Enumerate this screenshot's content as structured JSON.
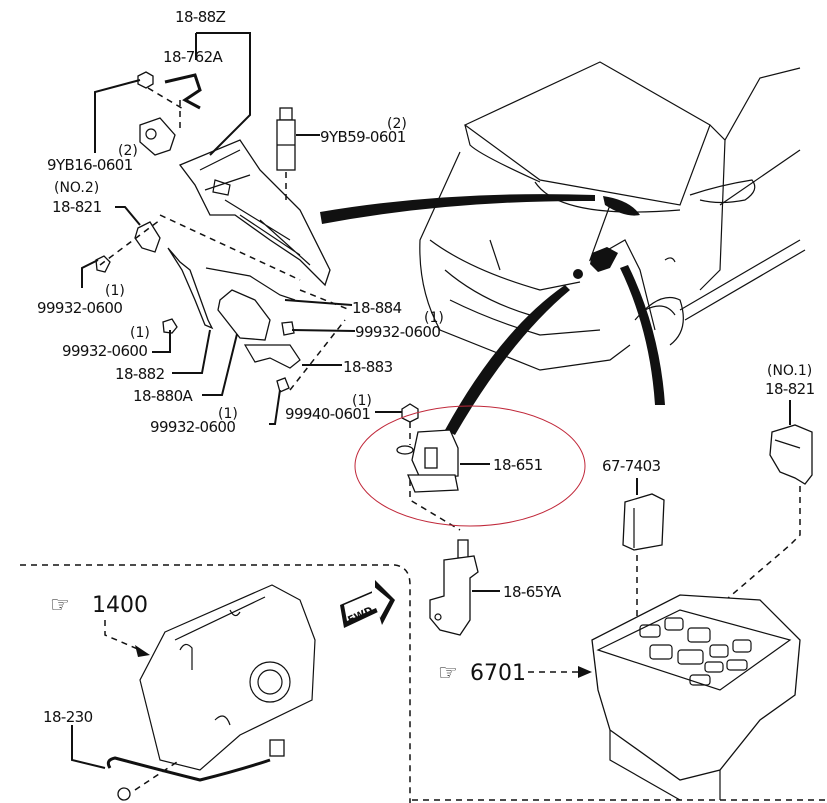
{
  "diagram": {
    "type": "exploded-parts-diagram",
    "highlight_color": "#c0283a",
    "labels": {
      "p18_88Z": "18-88Z",
      "p18_762A": "18-762A",
      "p9YB16": "9YB16-0601",
      "p9YB16_qty": "(2)",
      "p9YB59": "9YB59-0601",
      "p9YB59_qty": "(2)",
      "p18_821_no2_tag": "(NO.2)",
      "p18_821_no2": "18-821",
      "p99932_a": "99932-0600",
      "p99932_a_qty": "(1)",
      "p99932_b": "99932-0600",
      "p99932_b_qty": "(1)",
      "p18_882": "18-882",
      "p18_880A": "18-880A",
      "p99932_c": "99932-0600",
      "p99932_c_qty": "(1)",
      "p18_884": "18-884",
      "p99932_d": "99932-0600",
      "p99932_d_qty": "(1)",
      "p18_883": "18-883",
      "p99940": "99940-0601",
      "p99940_qty": "(1)",
      "p18_651": "18-651",
      "p18_65YA": "18-65YA",
      "p67_7403": "67-7403",
      "p18_821_no1_tag": "(NO.1)",
      "p18_821_no1": "18-821",
      "ref_1400": "1400",
      "ref_6701": "6701",
      "p18_230": "18-230",
      "fwd": "FWD"
    }
  }
}
